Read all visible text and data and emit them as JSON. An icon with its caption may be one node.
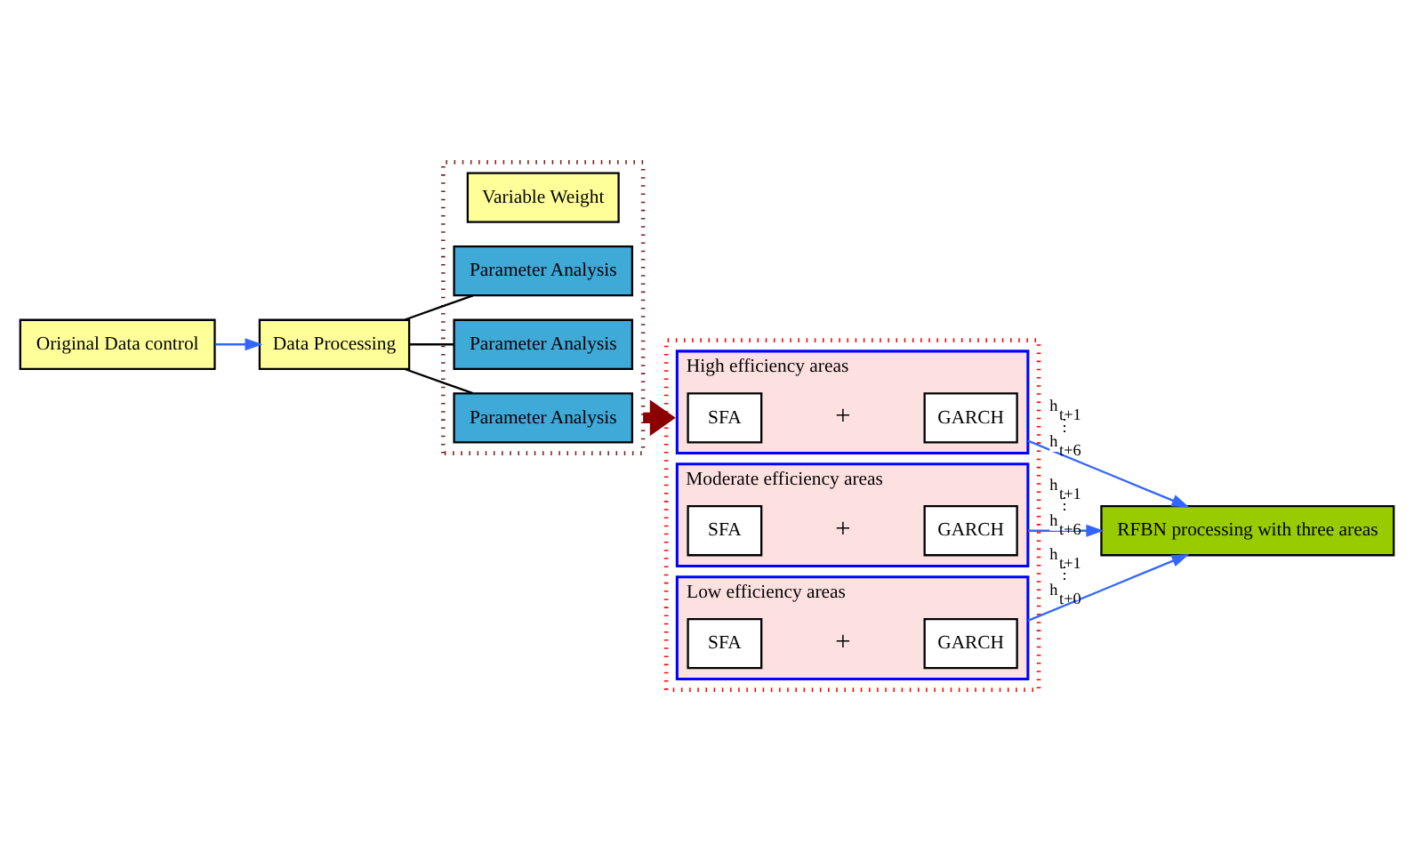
{
  "diagram": {
    "nodes": [
      {
        "text": [
          "Original Data control"
        ]
      },
      {
        "text": [
          "Data Processing"
        ]
      },
      {
        "text": [],
        "shape": "box"
      },
      {
        "text": [
          "Variable Weight"
        ],
        "in": 2
      },
      {
        "text": [
          "Parameter Analysis"
        ],
        "in": 2
      },
      {
        "text": [
          "Parameter Analysis"
        ],
        "in": 2
      },
      {
        "text": [
          "Parameter Analysis"
        ],
        "in": 2
      },
      {
        "text": [],
        "shape": "box"
      },
      {
        "text": [
          "High efficiency areas"
        ],
        "in": 7
      },
      {
        "text": [
          "SFA"
        ],
        "in": 8
      },
      {
        "text": [
          "GARCH"
        ],
        "in": 8
      },
      {
        "text": [
          "Moderate efficiency areas"
        ],
        "in": 7
      },
      {
        "text": [
          "SFA"
        ],
        "in": 11
      },
      {
        "text": [
          "GARCH"
        ],
        "in": 11
      },
      {
        "text": [
          "Low efficiency areas"
        ],
        "in": 7
      },
      {
        "text": [
          "SFA"
        ],
        "in": 14
      },
      {
        "text": [
          "GARCH"
        ],
        "in": 14
      },
      {
        "text": [
          "RFBN processing with three areas"
        ]
      }
    ],
    "edges": [
      {
        "from": 0,
        "to": 1,
        "arrow": "to"
      },
      {
        "from": 1,
        "to": 4,
        "arrow": "none",
        "color": "#000000"
      },
      {
        "from": 1,
        "to": 5,
        "arrow": "none",
        "color": "#000000"
      },
      {
        "from": 1,
        "to": 6,
        "arrow": "none",
        "color": "#000000"
      },
      {
        "from": 2,
        "to": 7,
        "arrow": "to",
        "style": "thick",
        "color": "#8b0000"
      },
      {
        "from": 8,
        "to": 17,
        "arrow": "to"
      },
      {
        "from": 11,
        "to": 17,
        "arrow": "to"
      },
      {
        "from": 14,
        "to": 17,
        "arrow": "to"
      }
    ],
    "labels": [
      "+",
      "+",
      "+",
      "h$_{t+1}$",
      "⋮",
      "h$_{t+6}$",
      "h$_{t+1}$",
      "⋮",
      "h$_{t+6}$",
      "h$_{t+1}$",
      "⋮",
      "h$_{t+0}$"
    ]
  }
}
